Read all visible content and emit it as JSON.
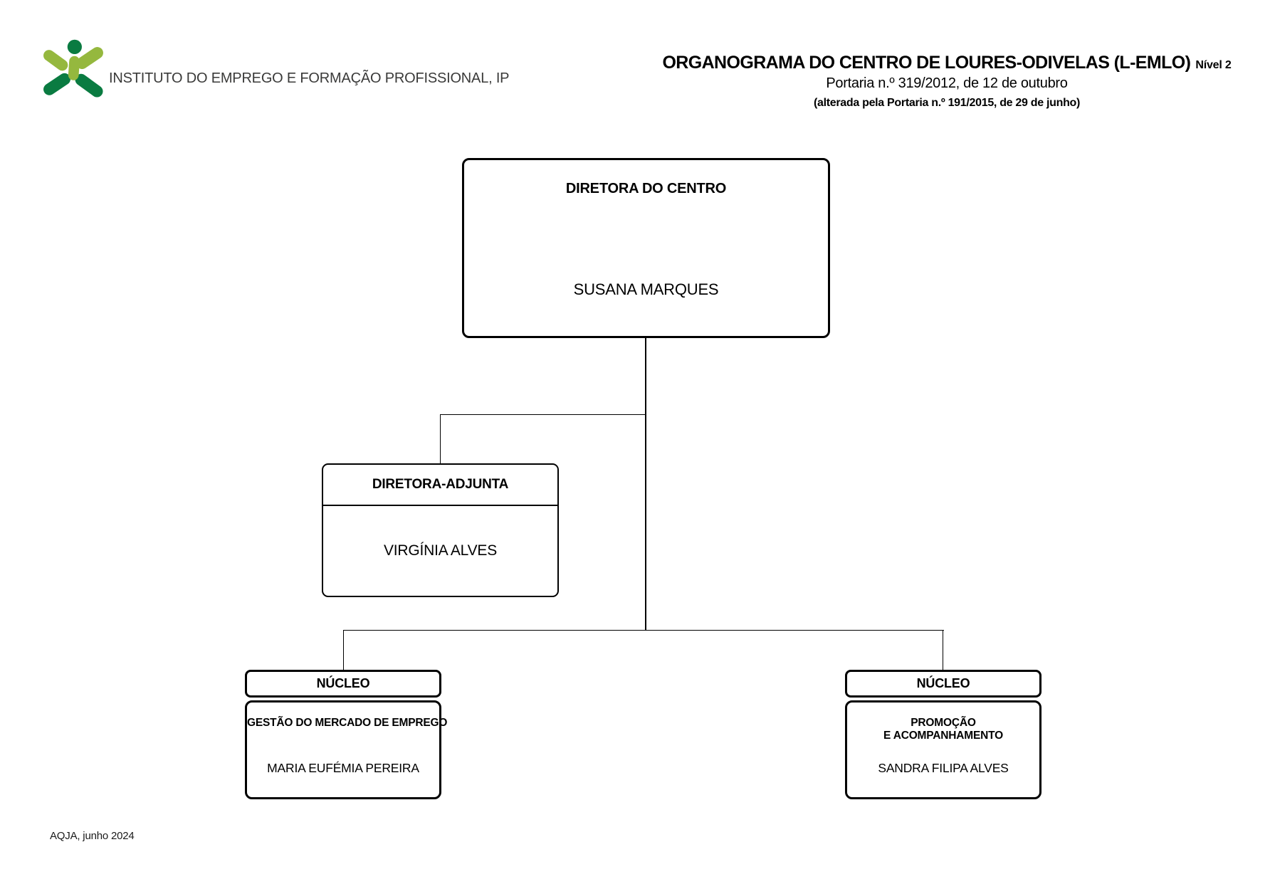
{
  "branding": {
    "org_name": "INSTITUTO DO EMPREGO E FORMAÇÃO PROFISSIONAL, IP",
    "logo_colors": {
      "light_green": "#95B83E",
      "dark_green": "#0A7B41"
    }
  },
  "header": {
    "title": "ORGANOGRAMA DO CENTRO DE LOURES-ODIVELAS (L-EMLO)",
    "level": "Nível 2",
    "subtitle": "Portaria n.º 319/2012, de 12 de outubro",
    "amendment": "(alterada pela Portaria n.º 191/2015, de 29 de junho)"
  },
  "org_chart": {
    "director": {
      "role": "DIRETORA DO CENTRO",
      "name": "SUSANA MARQUES"
    },
    "deputy": {
      "role": "DIRETORA-ADJUNTA",
      "name": "VIRGÍNIA ALVES"
    },
    "units": [
      {
        "type_label": "NÚCLEO",
        "area_line1": "GESTÃO DO MERCADO DE EMPREGO",
        "area_line2": "",
        "name": "MARIA EUFÉMIA PEREIRA"
      },
      {
        "type_label": "NÚCLEO",
        "area_line1": "PROMOÇÃO",
        "area_line2": "E ACOMPANHAMENTO",
        "name": "SANDRA FILIPA ALVES"
      }
    ]
  },
  "footer": {
    "credit": "AQJA, junho 2024"
  }
}
